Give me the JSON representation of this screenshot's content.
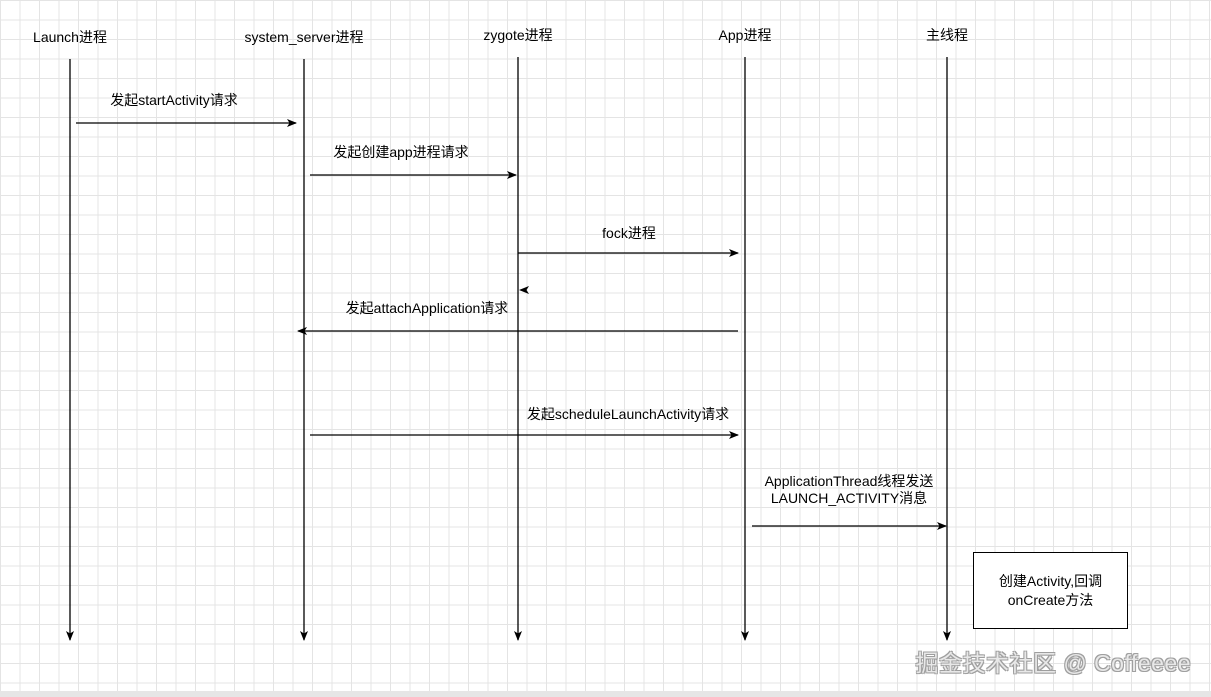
{
  "lanes": [
    {
      "id": "launch",
      "label": "Launch进程"
    },
    {
      "id": "system_server",
      "label": "system_server进程"
    },
    {
      "id": "zygote",
      "label": "zygote进程"
    },
    {
      "id": "app",
      "label": "App进程"
    },
    {
      "id": "main_thread",
      "label": "主线程"
    }
  ],
  "messages": [
    {
      "from": "launch",
      "to": "system_server",
      "label": "发起startActivity请求"
    },
    {
      "from": "system_server",
      "to": "zygote",
      "label": "发起创建app进程请求"
    },
    {
      "from": "zygote",
      "to": "app",
      "label": "fock进程"
    },
    {
      "from": "app",
      "to": "system_server",
      "label": "发起attachApplication请求"
    },
    {
      "from": "system_server",
      "to": "app",
      "label": "发起scheduleLaunchActivity请求"
    },
    {
      "from": "app",
      "to": "main_thread",
      "label_lines": [
        "ApplicationThread线程发送",
        "LAUNCH_ACTIVITY消息"
      ]
    }
  ],
  "note": {
    "lines": [
      "创建Activity,回调",
      "onCreate方法"
    ]
  },
  "watermark": "掘金技术社区 @ Coffeeee"
}
